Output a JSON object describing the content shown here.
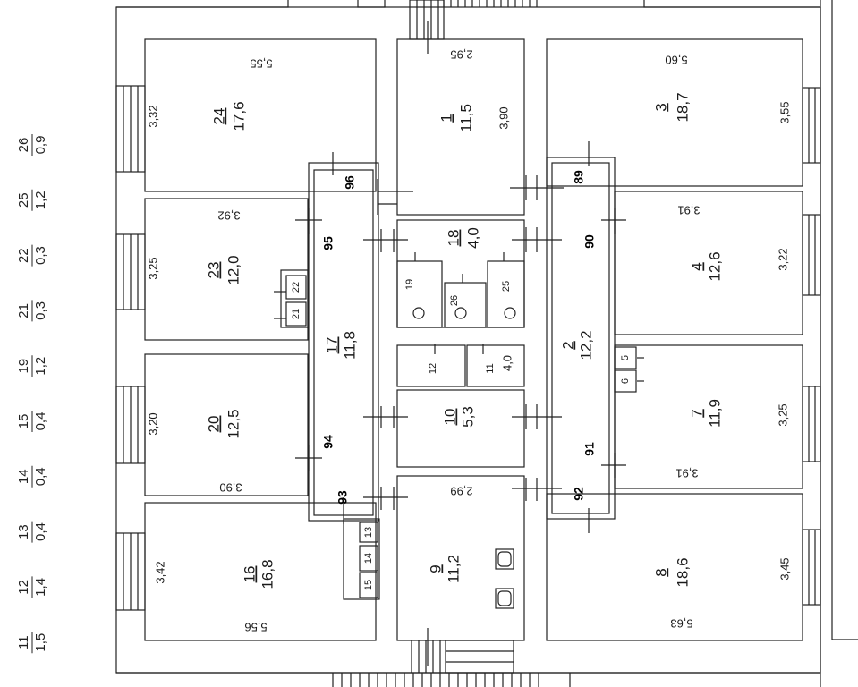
{
  "rooms": {
    "r1": {
      "no": "1",
      "area": "11,5",
      "dim_a": "2,95",
      "dim_b": "3,90"
    },
    "r2": {
      "no": "2",
      "area": "12,2"
    },
    "r3": {
      "no": "3",
      "area": "18,7",
      "dim_a": "5,60",
      "dim_b": "3,55"
    },
    "r4": {
      "no": "4",
      "area": "12,6",
      "dim_a": "3,91",
      "dim_b": "3,22"
    },
    "r5": {
      "no": "5"
    },
    "r6": {
      "no": "6"
    },
    "r7": {
      "no": "7",
      "area": "11,9",
      "dim_a": "3,91",
      "dim_b": "3,25"
    },
    "r8": {
      "no": "8",
      "area": "18,6",
      "dim_a": "5,63",
      "dim_b": "3,45"
    },
    "r9": {
      "no": "9",
      "area": "11,2",
      "dim_a": "2,99"
    },
    "r10": {
      "no": "10",
      "area": "5,3"
    },
    "r11": {
      "no": "11"
    },
    "r12": {
      "no": "12"
    },
    "r13": {
      "no": "13"
    },
    "r14": {
      "no": "14"
    },
    "r15": {
      "no": "15"
    },
    "r16": {
      "no": "16",
      "area": "16,8",
      "dim_a": "5,56",
      "dim_b": "3,42"
    },
    "r17": {
      "no": "17",
      "area": "11,8"
    },
    "r18": {
      "no": "18",
      "area": "4,0"
    },
    "r19": {
      "no": "19"
    },
    "r20": {
      "no": "20",
      "area": "12,5",
      "dim_a": "3,90",
      "dim_b": "3,20"
    },
    "r21": {
      "no": "21"
    },
    "r22": {
      "no": "22"
    },
    "r23": {
      "no": "23",
      "area": "12,0",
      "dim_a": "3,92",
      "dim_b": "3,25"
    },
    "r24": {
      "no": "24",
      "area": "17,6",
      "dim_a": "5,55",
      "dim_b": "3,32"
    },
    "r25": {
      "no": "25"
    },
    "r26": {
      "no": "26"
    }
  },
  "nodes": [
    "89",
    "90",
    "91",
    "92",
    "93",
    "94",
    "95",
    "96"
  ],
  "legend": [
    {
      "no": "26",
      "area": "0,9"
    },
    {
      "no": "25",
      "area": "1,2"
    },
    {
      "no": "22",
      "area": "0,3"
    },
    {
      "no": "21",
      "area": "0,3"
    },
    {
      "no": "19",
      "area": "1,2"
    },
    {
      "no": "15",
      "area": "0,4"
    },
    {
      "no": "14",
      "area": "0,4"
    },
    {
      "no": "13",
      "area": "0,4"
    },
    {
      "no": "12",
      "area": "1,4"
    },
    {
      "no": "11",
      "area": "1,5"
    }
  ],
  "partial_label": "4,0"
}
